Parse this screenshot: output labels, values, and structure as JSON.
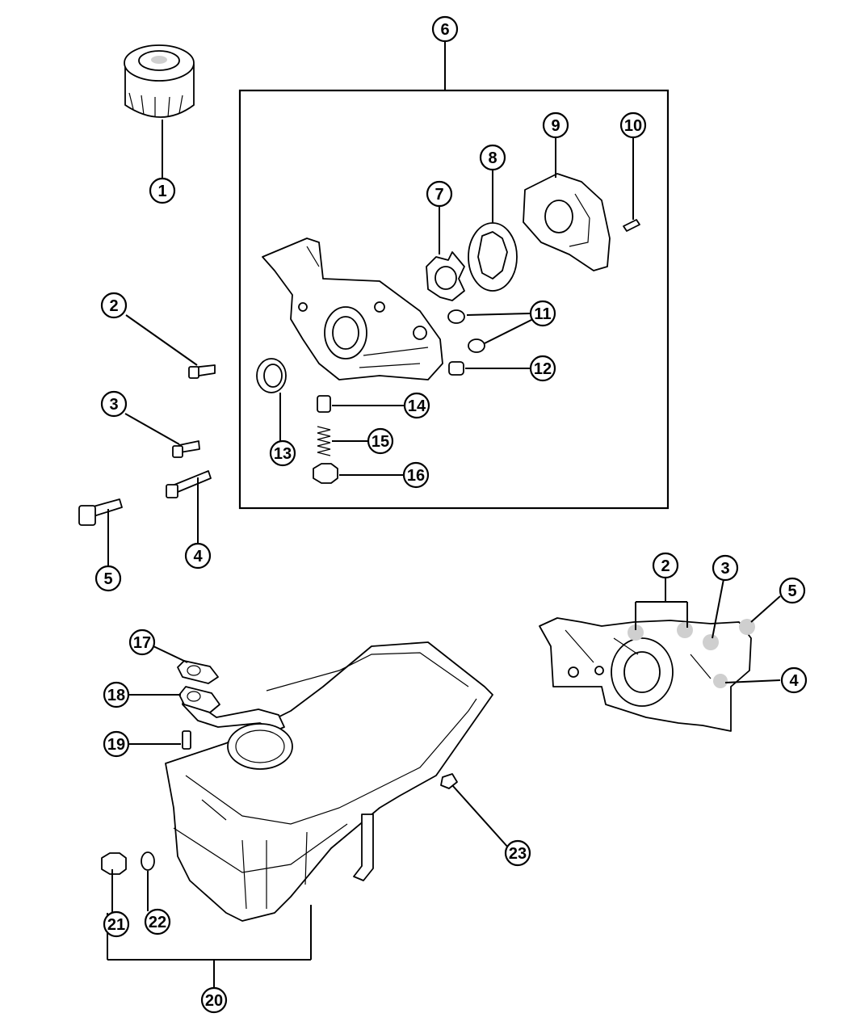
{
  "callouts": {
    "c1": "1",
    "c2": "2",
    "c3": "3",
    "c4": "4",
    "c5": "5",
    "c6": "6",
    "c7": "7",
    "c8": "8",
    "c9": "9",
    "c10": "10",
    "c11": "11",
    "c12": "12",
    "c13": "13",
    "c14": "14",
    "c15": "15",
    "c16": "16",
    "c17": "17",
    "c18": "18",
    "c19": "19",
    "c20": "20",
    "c21": "21",
    "c22": "22",
    "c23": "23",
    "detail2": "2",
    "detail3": "3",
    "detail4": "4",
    "detail5": "5"
  }
}
